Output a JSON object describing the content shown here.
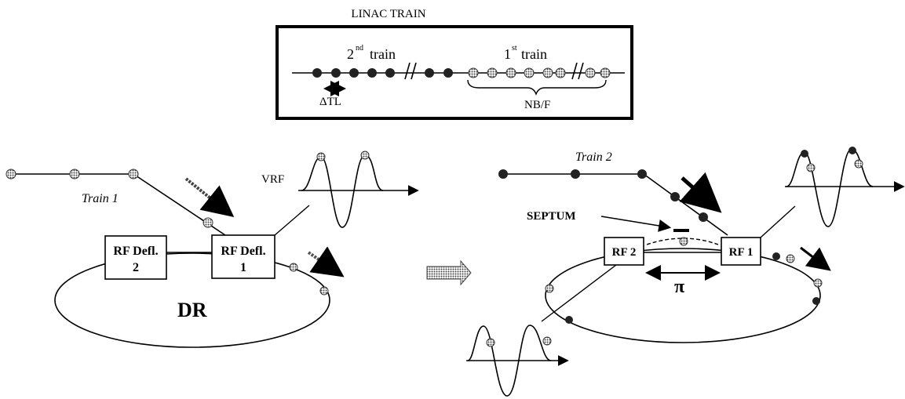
{
  "linac": {
    "title": "LINAC TRAIN",
    "train2_label": "2",
    "train2_sup": "nd",
    "train2_word": "train",
    "train1_label": "1",
    "train1_sup": "st",
    "train1_word": "train",
    "delta_t": "ΔTL",
    "nb_f": "NB/F"
  },
  "left": {
    "train_label": "Train 1",
    "vrf_label": "VRF",
    "defl2_line1": "RF Defl.",
    "defl2_line2": "2",
    "defl1_line1": "RF Defl.",
    "defl1_line2": "1",
    "ring_label": "DR"
  },
  "right": {
    "train_label": "Train 2",
    "septum_label": "SEPTUM",
    "rf2_label": "RF 2",
    "rf1_label": "RF 1",
    "pi_label": "π"
  },
  "colors": {
    "ink": "#000000",
    "dark_bunch": "#2a2a2a",
    "light_bunch": "#8a8a8a",
    "arrow_fill": "#7a7a7a"
  }
}
